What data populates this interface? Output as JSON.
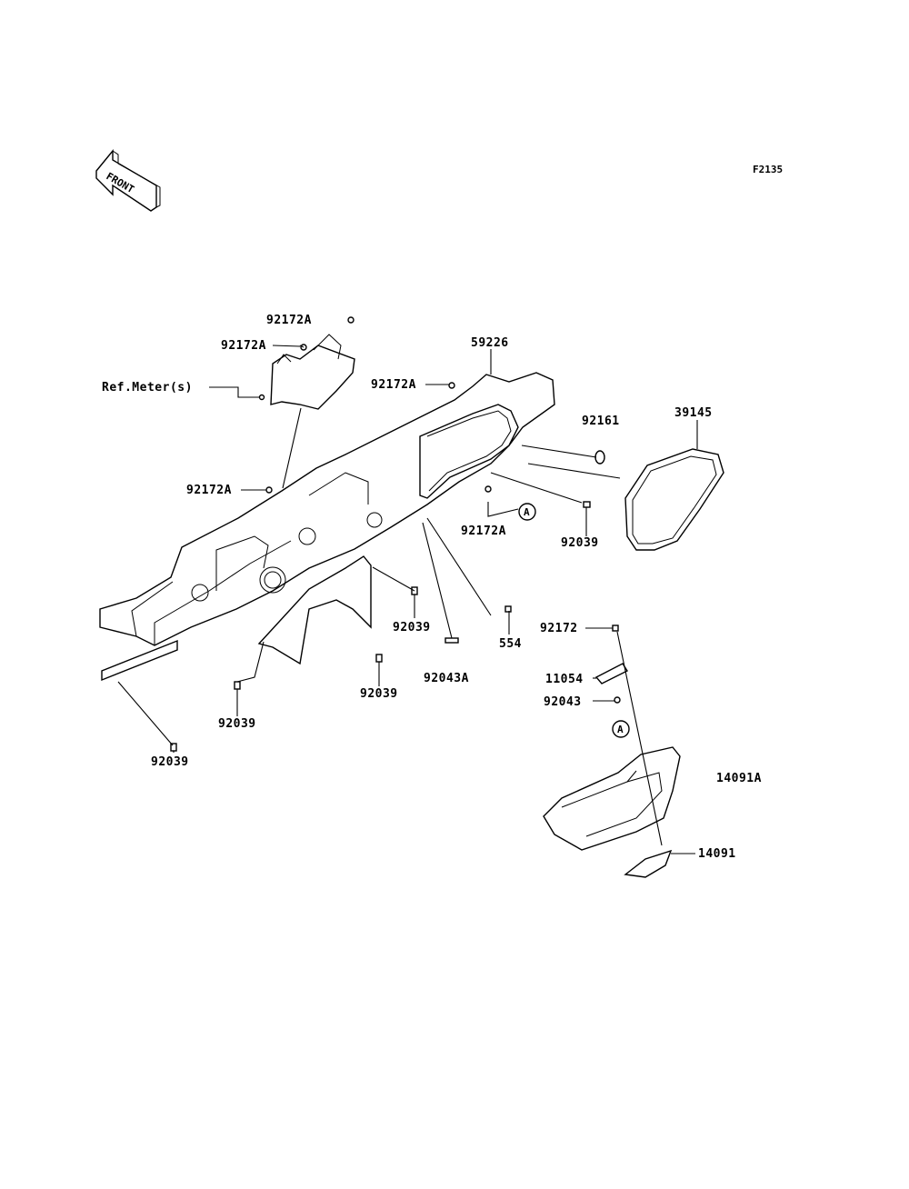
{
  "diagram": {
    "figure_code": "F2135",
    "front_arrow_text": "FRONT",
    "callouts": [
      {
        "id": "ref-meters",
        "text": "Ref.Meter(s)"
      },
      {
        "id": "p92172a-top",
        "text": "92172A"
      },
      {
        "id": "p92172a-2",
        "text": "92172A"
      },
      {
        "id": "p92172a-3",
        "text": "92172A"
      },
      {
        "id": "p92172a-4",
        "text": "92172A"
      },
      {
        "id": "p92172a-5",
        "text": "92172A"
      },
      {
        "id": "p59226",
        "text": "59226"
      },
      {
        "id": "p92161",
        "text": "92161"
      },
      {
        "id": "p39145",
        "text": "39145"
      },
      {
        "id": "p92039-a",
        "text": "92039"
      },
      {
        "id": "p92039-b",
        "text": "92039"
      },
      {
        "id": "p92039-c",
        "text": "92039"
      },
      {
        "id": "p92039-d",
        "text": "92039"
      },
      {
        "id": "p92039-e",
        "text": "92039"
      },
      {
        "id": "p554",
        "text": "554"
      },
      {
        "id": "p92043a",
        "text": "92043A"
      },
      {
        "id": "p92172",
        "text": "92172"
      },
      {
        "id": "p11054",
        "text": "11054"
      },
      {
        "id": "p92043",
        "text": "92043"
      },
      {
        "id": "p14091a",
        "text": "14091A"
      },
      {
        "id": "p14091",
        "text": "14091"
      }
    ],
    "reference_marks": [
      {
        "id": "ref-a-1",
        "text": "A"
      },
      {
        "id": "ref-a-2",
        "text": "A"
      }
    ]
  }
}
